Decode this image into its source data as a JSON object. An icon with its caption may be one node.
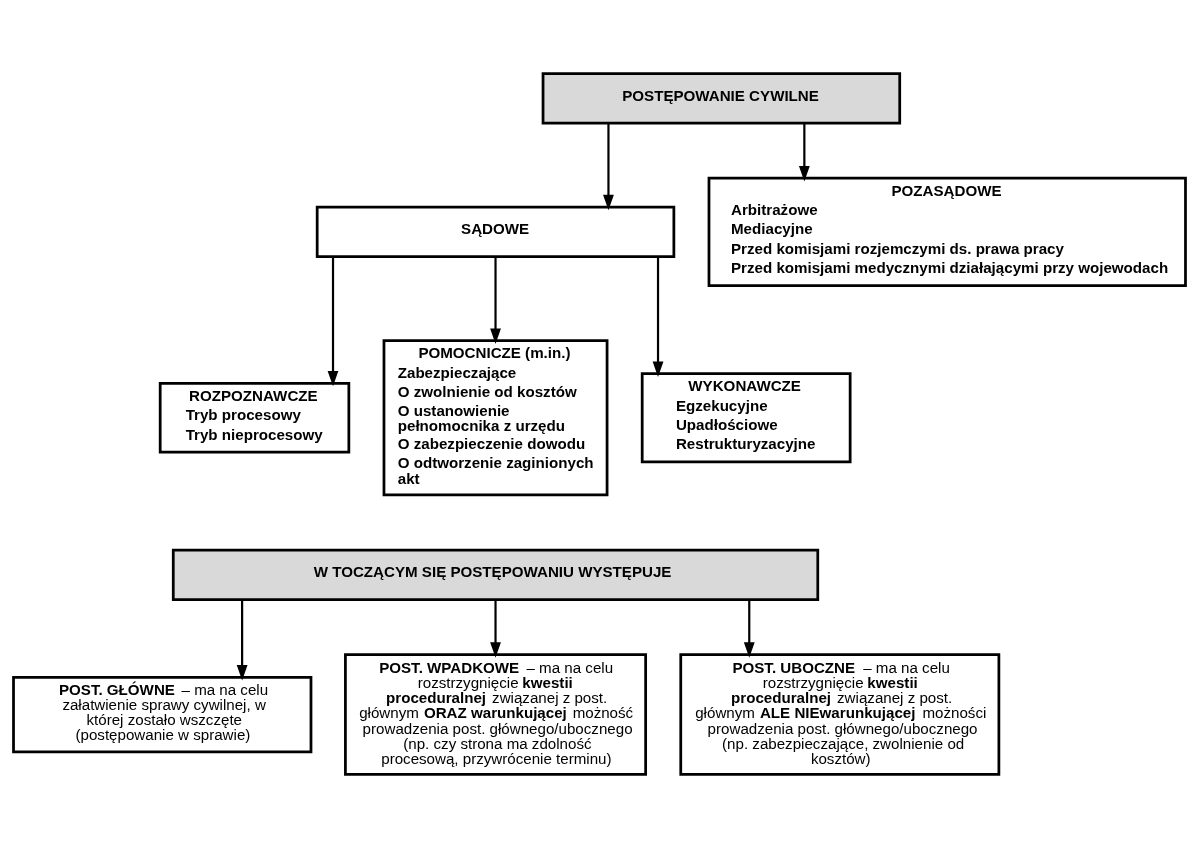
{
  "diagram": {
    "nodes": [
      {
        "text": [
          "POSTĘPOWANIE CYWILNE"
        ]
      },
      {
        "text": [
          "SĄDOWE"
        ]
      },
      {
        "text": [
          "POZASĄDOWE",
          "Arbitrażowe",
          "Mediacyjne",
          "Przed komisjami rozjemczymi ds. prawa pracy",
          "Przed komisjami medycznymi działającymi przy wojewodach"
        ]
      },
      {
        "text": [
          "ROZPOZNAWCZE",
          "Tryb procesowy",
          "Tryb nieprocesowy"
        ]
      },
      {
        "text": [
          "POMOCNICZE (m.in.)",
          "Zabezpieczające",
          "O zwolnienie od kosztów",
          "O ustanowienie pełnomocnika z urzędu",
          "O zabezpieczenie dowodu",
          "O odtworzenie zaginionych akt"
        ]
      },
      {
        "text": [
          "WYKONAWCZE",
          "Egzekucyjne",
          "Upadłościowe",
          "Restrukturyzacyjne"
        ]
      },
      {
        "text": [
          "W TOCZĄCYM SIĘ POSTĘPOWANIU WYSTĘPUJE"
        ]
      },
      {
        "text": [
          "**POST. GŁÓWNE** – ma na celu załatwienie sprawy cywilnej, w której zostało wszczęte (postępowanie w sprawie)"
        ]
      },
      {
        "text": [
          "**POST. WPADKOWE** – ma na celu rozstrzygnięcie **kwestii proceduralnej** związanej z post. głównym **ORAZ warunkującej** możność prowadzenia post. głównego/ubocznego (np. czy strona ma zdolność procesową, przywrócenie terminu)"
        ]
      },
      {
        "text": [
          "**POST. UBOCZNE** – ma na celu rozstrzygnięcie **kwestii proceduralnej** związanej z post. głównym **ALE NIEwarunkującej** możności prowadzenia post. głównego/ubocznego (np. zabezpieczające, zwolnienie od kosztów)"
        ]
      }
    ],
    "edges": [
      {
        "from": 0,
        "to": 1,
        "arrow": "to"
      },
      {
        "from": 0,
        "to": 2,
        "arrow": "to"
      },
      {
        "from": 1,
        "to": 3,
        "arrow": "to"
      },
      {
        "from": 1,
        "to": 4,
        "arrow": "to"
      },
      {
        "from": 1,
        "to": 5,
        "arrow": "to"
      },
      {
        "from": 6,
        "to": 7,
        "arrow": "to"
      },
      {
        "from": 6,
        "to": 8,
        "arrow": "to"
      },
      {
        "from": 6,
        "to": 9,
        "arrow": "to"
      }
    ]
  }
}
